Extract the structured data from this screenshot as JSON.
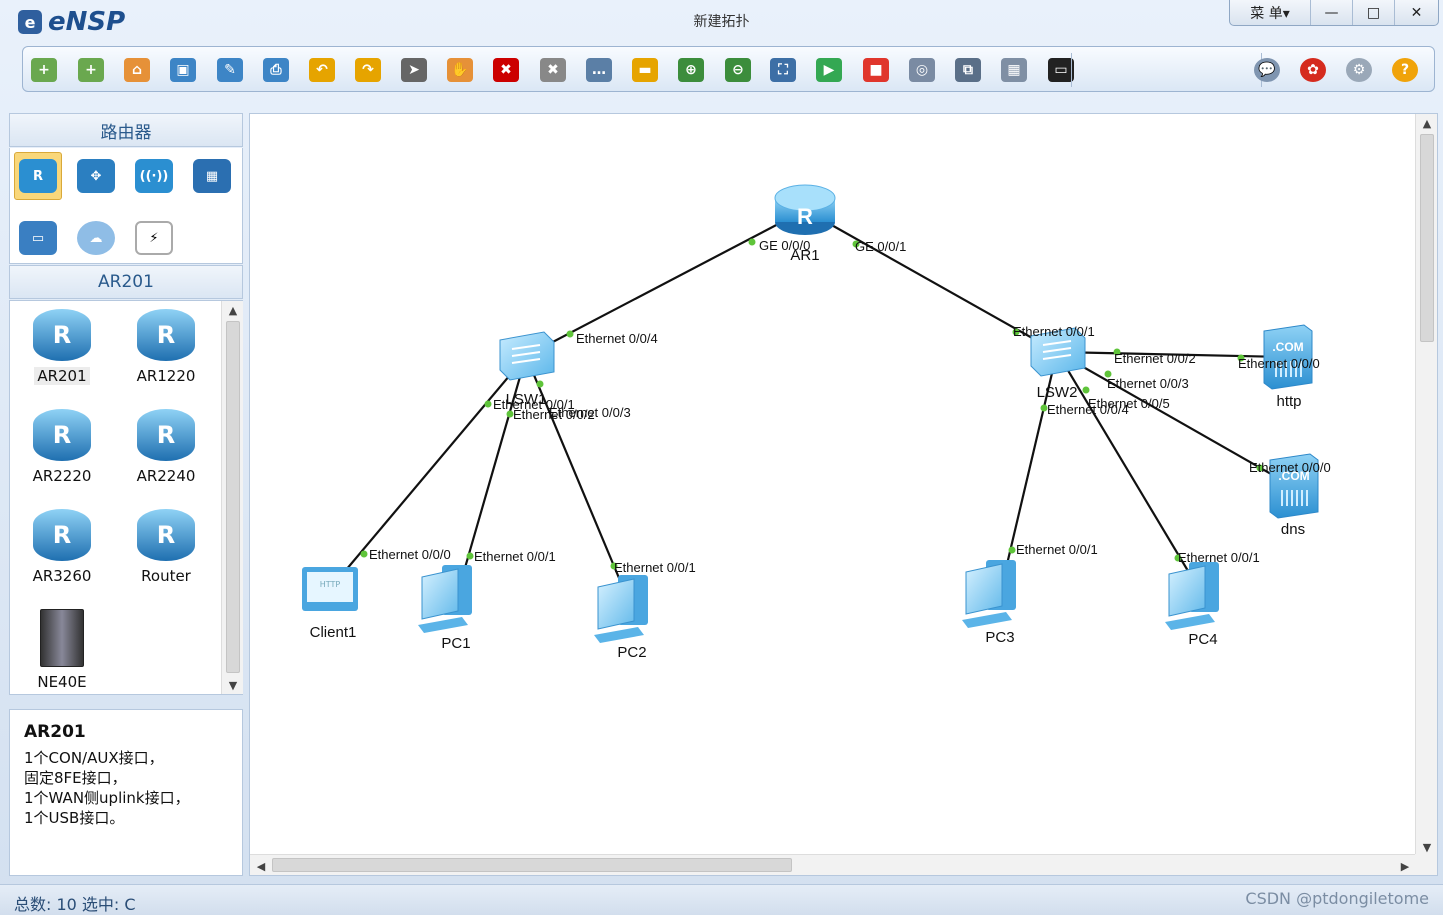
{
  "app": {
    "name": "eNSP",
    "window_title": "新建拓扑"
  },
  "window_controls": {
    "menu": "菜 单▾",
    "minimize": "—",
    "maximize": "□",
    "close": "✕"
  },
  "toolbar": {
    "icons": [
      "new-topology-icon",
      "new-example-icon",
      "open-icon",
      "save-icon",
      "save-as-icon",
      "print-icon",
      "undo-icon",
      "redo-icon",
      "select-icon",
      "pan-icon",
      "delete-icon",
      "delete-all-links-icon",
      "text-icon",
      "palette-icon",
      "zoom-in-icon",
      "zoom-out-icon",
      "fit-icon",
      "start-all-icon",
      "stop-all-icon",
      "capture-icon",
      "topology-icon",
      "grid-icon",
      "console-icon"
    ],
    "right_icons": [
      "chat-icon",
      "huawei-icon",
      "settings-icon",
      "help-icon"
    ]
  },
  "left_panel": {
    "category_title": "路由器",
    "categories": [
      "router-icon",
      "switch-icon",
      "wireless-icon",
      "firewall-icon",
      "pc-icon",
      "cloud-icon",
      "cable-icon"
    ],
    "model_title": "AR201",
    "devices": [
      {
        "label": "AR201",
        "icon": "router-icon",
        "selected": true
      },
      {
        "label": "AR1220",
        "icon": "router-icon"
      },
      {
        "label": "AR2220",
        "icon": "router-icon"
      },
      {
        "label": "AR2240",
        "icon": "router-icon"
      },
      {
        "label": "AR3260",
        "icon": "router-icon"
      },
      {
        "label": "Router",
        "icon": "router-icon"
      },
      {
        "label": "NE40E",
        "icon": "chassis-icon"
      }
    ],
    "description": {
      "title": "AR201",
      "lines": [
        "1个CON/AUX接口，",
        "固定8FE接口，",
        "1个WAN侧uplink接口，",
        "1个USB接口。"
      ]
    }
  },
  "topology": {
    "nodes": {
      "ar1": "AR1",
      "lsw1": "LSW1",
      "lsw2": "LSW2",
      "client1": "Client1",
      "pc1": "PC1",
      "pc2": "PC2",
      "pc3": "PC3",
      "pc4": "PC4",
      "http": "http",
      "dns": "dns",
      "com": ".COM"
    },
    "ports": {
      "ar1_ge000": "GE 0/0/0",
      "ar1_ge001": "GE 0/0/1",
      "lsw1_e004": "Ethernet 0/0/4",
      "lsw1_e001": "Ethernet 0/0/1",
      "lsw1_e002": "Ethernet 0/0/2",
      "lsw1_e003": "Ethernet 0/0/3",
      "client1_e000": "Ethernet 0/0/0",
      "pc1_e001": "Ethernet 0/0/1",
      "pc2_e001": "Ethernet 0/0/1",
      "lsw2_e001": "Ethernet 0/0/1",
      "lsw2_e002": "Ethernet 0/0/2",
      "lsw2_e003": "Ethernet 0/0/3",
      "lsw2_e004": "Ethernet 0/0/4",
      "lsw2_e005": "Ethernet 0/0/5",
      "http_e000": "Ethernet 0/0/0",
      "dns_e000": "Ethernet 0/0/0",
      "pc3_e001": "Ethernet 0/0/1",
      "pc4_e001": "Ethernet 0/0/1"
    }
  },
  "status": {
    "left": "总数: 10  选中: C",
    "right": "CSDN @ptdongiletome"
  }
}
